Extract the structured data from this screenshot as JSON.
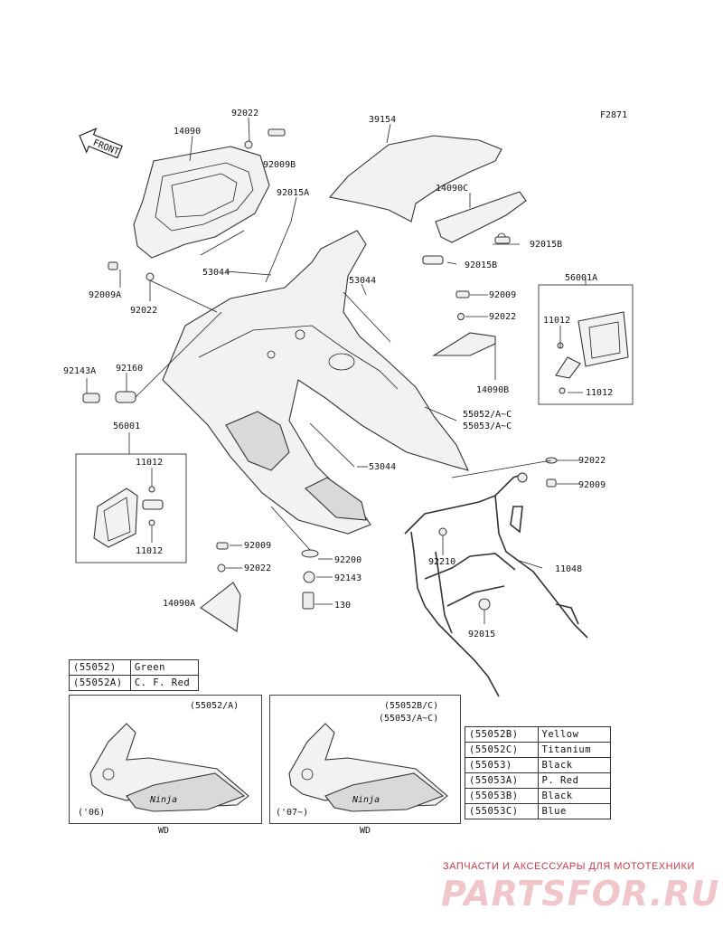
{
  "figure_code": "F2871",
  "front_arrow": "FRONT",
  "callouts": {
    "c14090": "14090",
    "c92022_top": "92022",
    "c92009B": "92009B",
    "c39154": "39154",
    "c92015A": "92015A",
    "c14090C": "14090C",
    "c92015B_1": "92015B",
    "c92015B_2": "92015B",
    "c53044_1": "53044",
    "c53044_2": "53044",
    "c53044_3": "53044",
    "c92009A": "92009A",
    "c92022_l": "92022",
    "c56001A": "56001A",
    "c92009_r": "92009",
    "c92022_r": "92022",
    "c11012_a": "11012",
    "c11012_b": "11012",
    "c14090B": "14090B",
    "c92143A": "92143A",
    "c92160": "92160",
    "c55052": "55052/A~C",
    "c55053": "55053/A~C",
    "c56001": "56001",
    "c11012_c": "11012",
    "c11012_d": "11012",
    "c92022_mr": "92022",
    "c92009_mr": "92009",
    "c92210": "92210",
    "c11048": "11048",
    "c92009_b": "92009",
    "c92022_b": "92022",
    "c92200": "92200",
    "c92143": "92143",
    "c130": "130",
    "c14090A": "14090A",
    "c92015": "92015"
  },
  "color_table_left": [
    {
      "code": "(55052)",
      "color": "Green"
    },
    {
      "code": "(55052A)",
      "color": "C. F. Red"
    }
  ],
  "inset_left": {
    "ref": "(55052/A)",
    "year": "('06)",
    "code": "WD"
  },
  "inset_right": {
    "ref1": "(55052B/C)",
    "ref2": "(55053/A~C)",
    "year": "('07~)",
    "code": "WD"
  },
  "decal_text": "Ninja",
  "color_table_right": [
    {
      "code": "(55052B)",
      "color": "Yellow"
    },
    {
      "code": "(55052C)",
      "color": "Titanium"
    },
    {
      "code": "(55053)",
      "color": "Black"
    },
    {
      "code": "(55053A)",
      "color": "P. Red"
    },
    {
      "code": "(55053B)",
      "color": "Black"
    },
    {
      "code": "(55053C)",
      "color": "Blue"
    }
  ],
  "watermark": {
    "tagline": "ЗАПЧАСТИ И АКСЕССУАРЫ ДЛЯ МОТОТЕХНИКИ",
    "logo": "PARTSFOR.RU"
  }
}
